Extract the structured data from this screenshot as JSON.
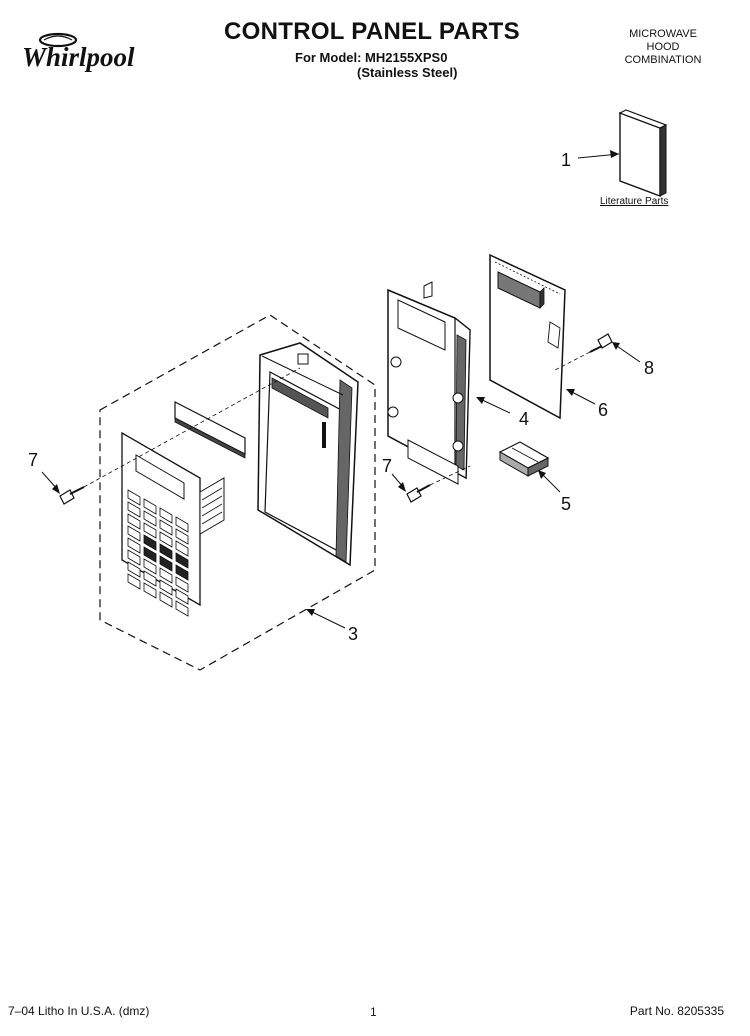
{
  "header": {
    "brand": "Whirlpool",
    "title": "CONTROL PANEL PARTS",
    "model_line": "For Model: MH2155XPS0",
    "finish_line": "(Stainless Steel)",
    "product_type": [
      "MICROWAVE",
      "HOOD",
      "COMBINATION"
    ]
  },
  "diagram": {
    "literature_label": "Literature Parts",
    "callouts": [
      "1",
      "3",
      "4",
      "5",
      "6",
      "7",
      "7",
      "8"
    ]
  },
  "footer": {
    "litho": "7–04 Litho In U.S.A. (dmz)",
    "page_number": "1",
    "part_number": "Part No. 8205335"
  }
}
